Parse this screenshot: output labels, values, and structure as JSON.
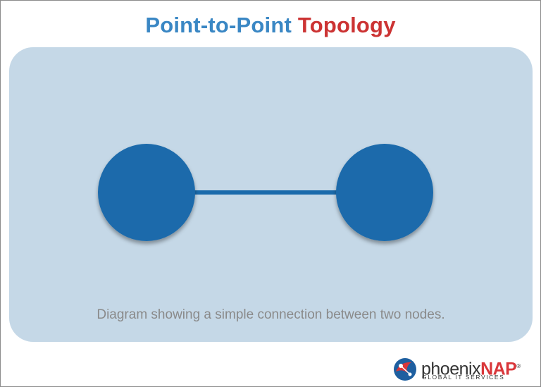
{
  "title": {
    "part1": "Point-to-Point",
    "part2": "Topology"
  },
  "diagram": {
    "nodes": [
      {
        "id": "node-a"
      },
      {
        "id": "node-b"
      }
    ],
    "links": [
      {
        "from": "node-a",
        "to": "node-b"
      }
    ],
    "colors": {
      "panel": "#c5d8e7",
      "node": "#1a6aab",
      "link": "#1a6aab"
    }
  },
  "caption": "Diagram showing a simple connection between two nodes.",
  "logo": {
    "name_prefix": "phoenix",
    "name_suffix": "NAP",
    "tagline": "GLOBAL IT SERVICES",
    "mark": "®"
  }
}
